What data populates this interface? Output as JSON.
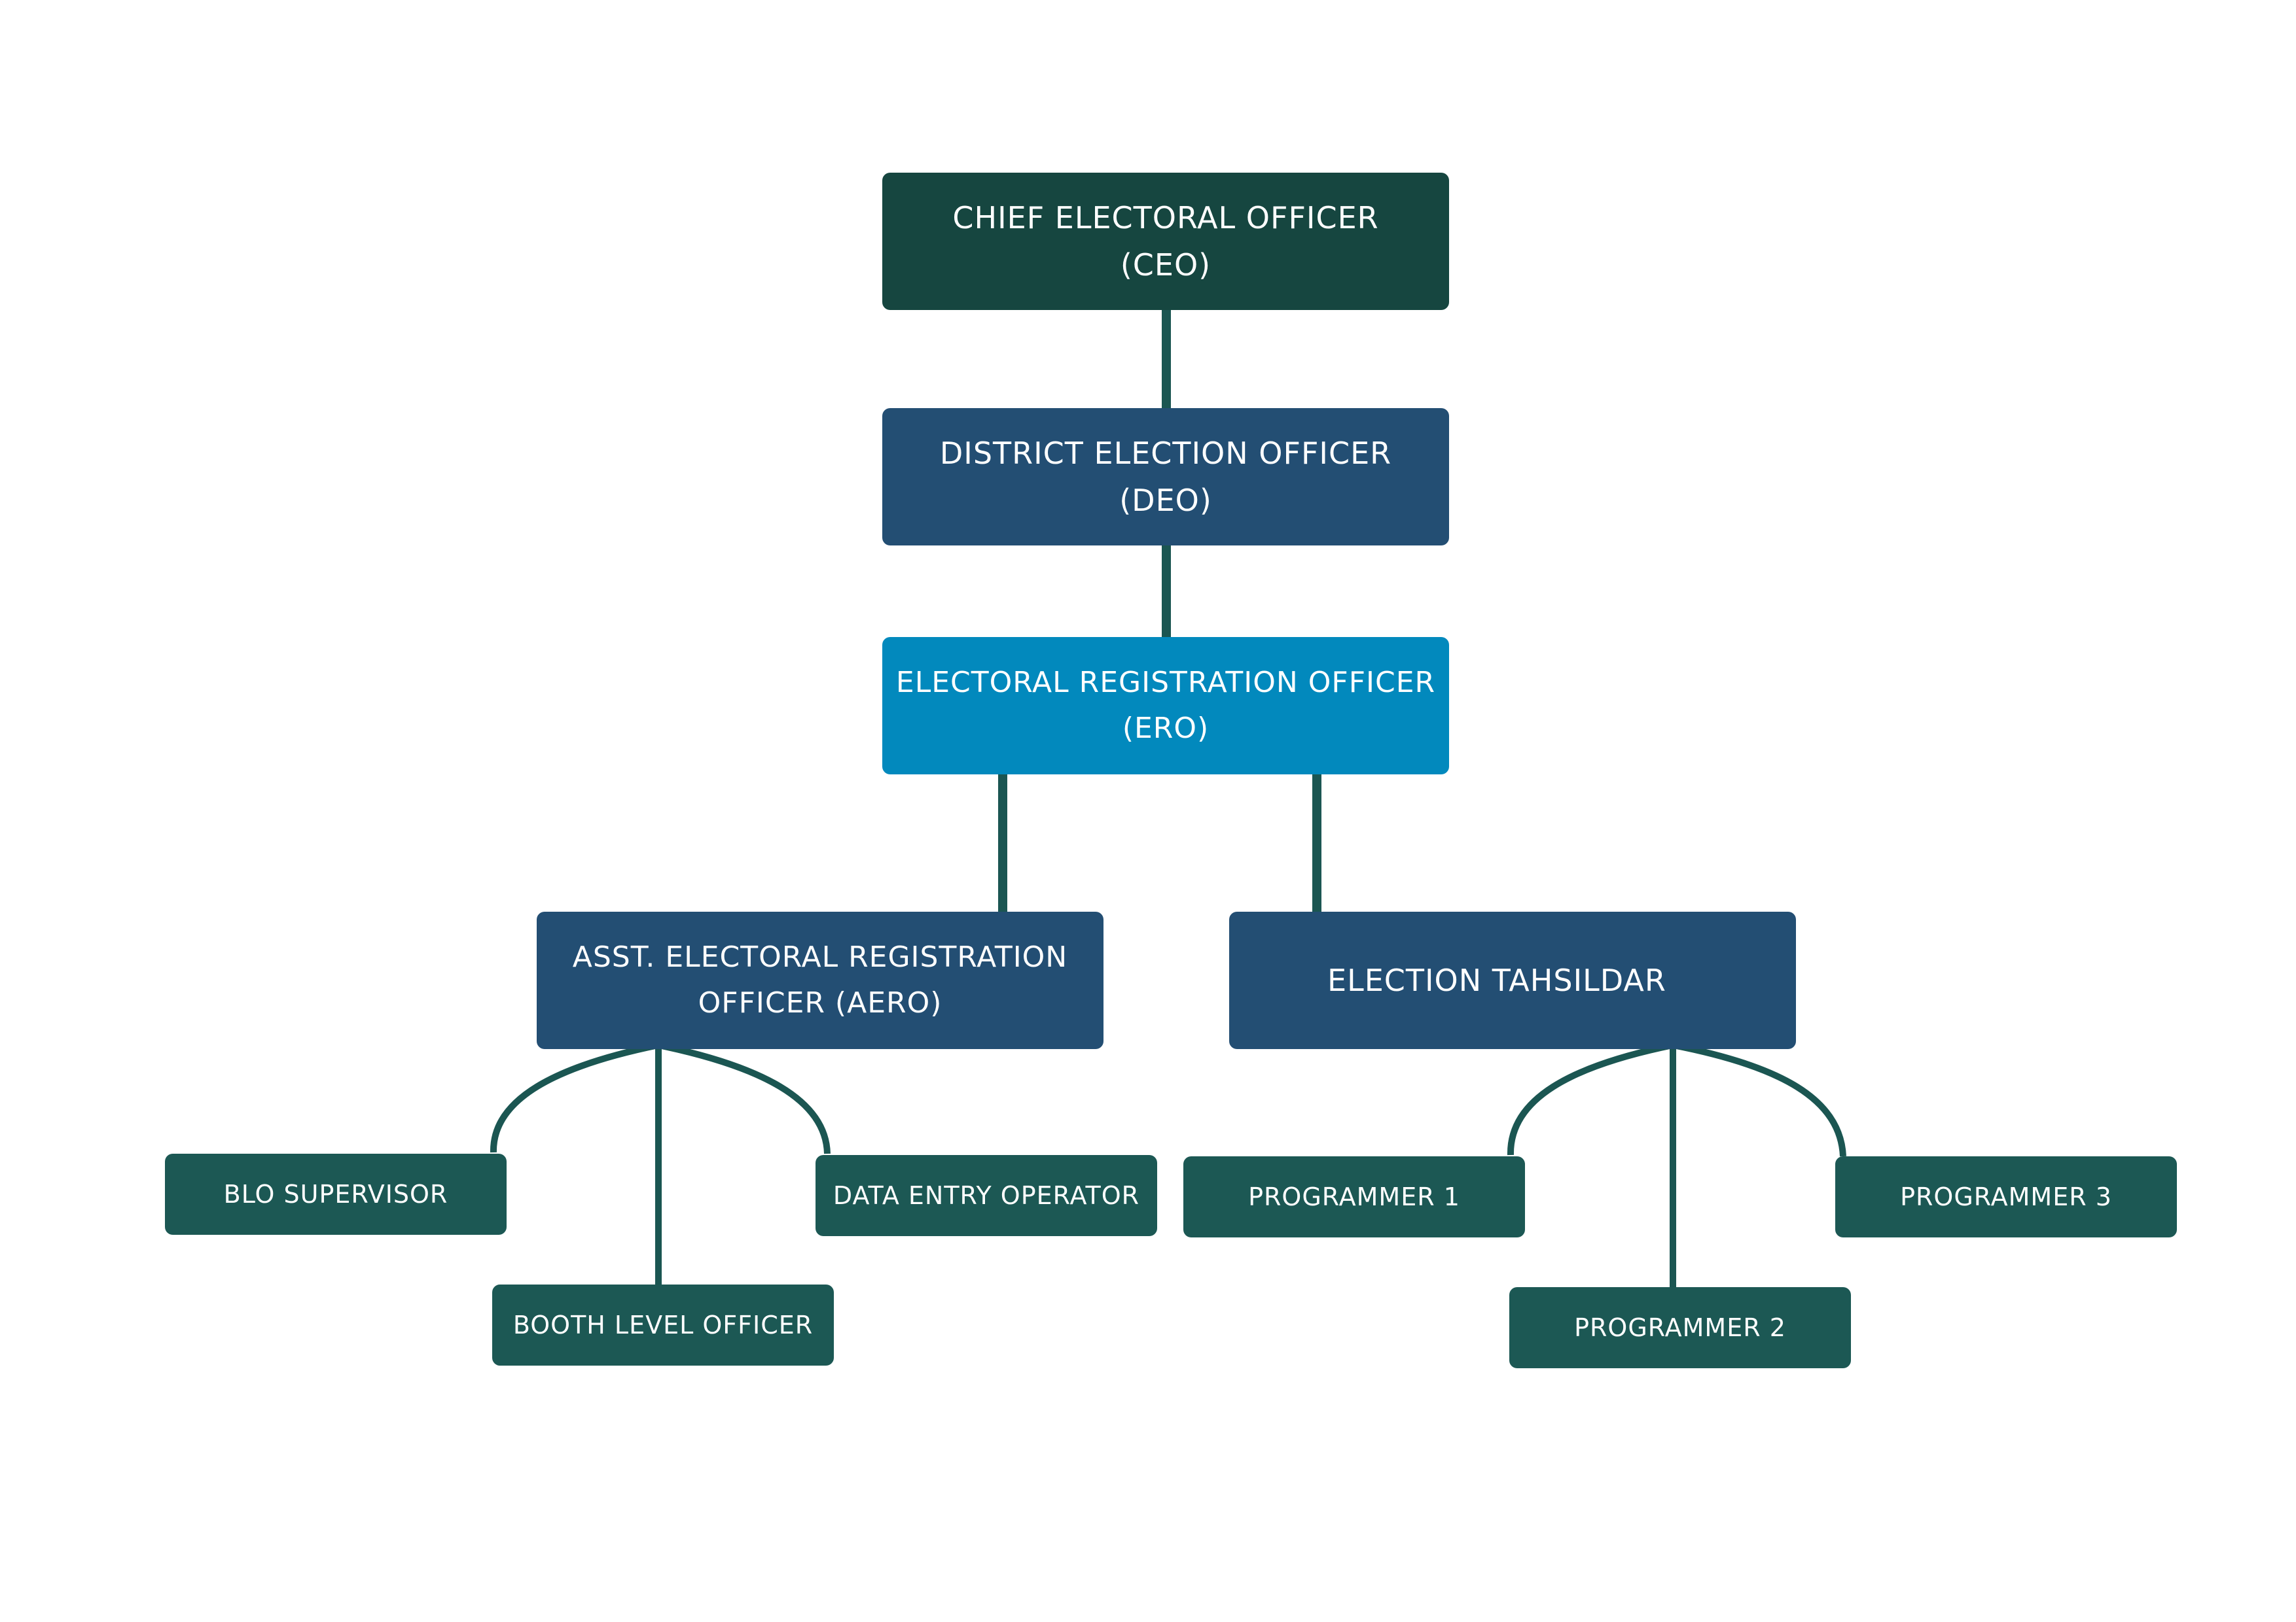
{
  "colors": {
    "connector": "#1b5652",
    "ceo_fill": "#164640",
    "officer_fill": "#234e73",
    "ero_fill": "#0289bd",
    "staff_fill": "#1c5854",
    "text": "#ffffff"
  },
  "nodes": {
    "ceo": {
      "line1": "CHIEF ELECTORAL OFFICER",
      "line2": "(CEO)"
    },
    "deo": {
      "line1": "DISTRICT ELECTION OFFICER",
      "line2": "(DEO)"
    },
    "ero": {
      "line1": "ELECTORAL REGISTRATION OFFICER",
      "line2": "(ERO)"
    },
    "aero": {
      "line1": "ASST. ELECTORAL REGISTRATION",
      "line2": "OFFICER (AERO)"
    },
    "tahsildar": {
      "label": "ELECTION TAHSILDAR"
    },
    "blo_supervisor": {
      "label": "BLO SUPERVISOR"
    },
    "booth_level_officer": {
      "label": "BOOTH LEVEL OFFICER"
    },
    "data_entry_operator": {
      "label": "DATA ENTRY OPERATOR"
    },
    "programmer_1": {
      "label": "PROGRAMMER 1"
    },
    "programmer_2": {
      "label": "PROGRAMMER 2"
    },
    "programmer_3": {
      "label": "PROGRAMMER 3"
    }
  },
  "edges": [
    {
      "from": "ceo",
      "to": "deo"
    },
    {
      "from": "deo",
      "to": "ero"
    },
    {
      "from": "ero",
      "to": "aero"
    },
    {
      "from": "ero",
      "to": "tahsildar"
    },
    {
      "from": "aero",
      "to": "blo_supervisor"
    },
    {
      "from": "aero",
      "to": "booth_level_officer"
    },
    {
      "from": "aero",
      "to": "data_entry_operator"
    },
    {
      "from": "tahsildar",
      "to": "programmer_1"
    },
    {
      "from": "tahsildar",
      "to": "programmer_2"
    },
    {
      "from": "tahsildar",
      "to": "programmer_3"
    }
  ]
}
